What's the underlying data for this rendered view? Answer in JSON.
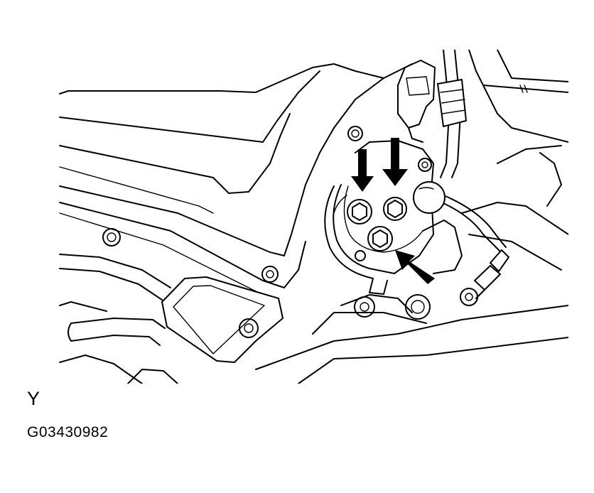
{
  "figure": {
    "view_label": "Y",
    "figure_id": "G03430982"
  },
  "callouts": {
    "arrow_color": "#000000",
    "count": 3
  }
}
